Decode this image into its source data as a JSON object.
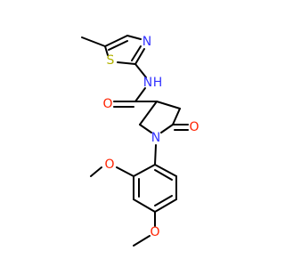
{
  "molecule": {
    "colors": {
      "bond": "#000000",
      "nitrogen": "#3333ff",
      "oxygen": "#ff2200",
      "sulfur": "#b2b200",
      "carbon": "#000000"
    },
    "labels": {
      "thiazole_s": "S",
      "thiazole_n": "N",
      "amide_nh": "N",
      "amide_h": "H",
      "amide_o": "O",
      "lactam_o": "O",
      "pyrrolidine_n": "N",
      "methoxy_o_1": "O",
      "methoxy_o_2": "O"
    }
  }
}
